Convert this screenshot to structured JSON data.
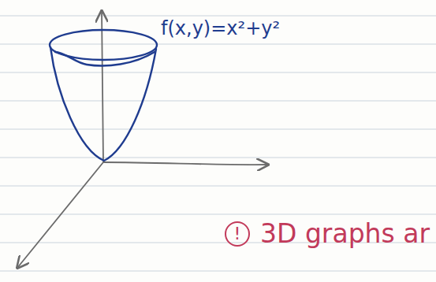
{
  "diagram": {
    "labels": [
      "f(x,y)=x²+y²",
      "!",
      "3D graphs ar"
    ]
  }
}
